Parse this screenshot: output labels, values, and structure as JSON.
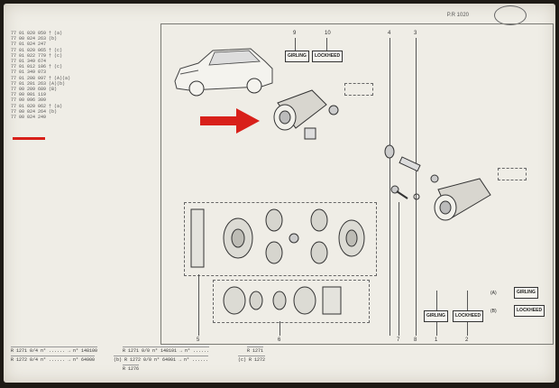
{
  "header": {
    "ref_number": "P.R 1020"
  },
  "left_list": [
    "77 01 020 059 † (a)",
    "77 00 024 263 (b)",
    "77 01 024 247",
    "77 01 020 065 † (c)",
    "77 01 022 779 † (c)",
    "77 01 349 674",
    "77 01 012 106 † (c)",
    "77 01 349 073",
    "77 01 208 097 † (A)(a)",
    "77 01 201 263 (A)(b)",
    "77 00 209 689 (B)",
    "77 00 001 119",
    "77 00 096 309",
    "77 01 020 062 † (a)",
    "77 00 024 264 (b)",
    "77 00 024 249"
  ],
  "callouts": {
    "top": [
      "9",
      "10",
      "4",
      "3"
    ],
    "bottom": [
      "5",
      "6",
      "7",
      "8",
      "1",
      "2"
    ]
  },
  "labels": {
    "girling_top": "GIRLING",
    "lockheed_top": "LOCKHEED",
    "girling_bottom": "GIRLING",
    "lockheed_bottom": "LOCKHEED",
    "legend_a": "(A)",
    "legend_b": "(B)",
    "legend_girling": "GIRLING",
    "legend_lockheed": "LOCKHEED"
  },
  "bottom_table": {
    "c1_r1": "R 1271 0/4  n° ...... → n° 148100",
    "c1_r2": "R 1272 0/4  n° ...... → n°  64900",
    "c2_r1": "R 1271 0/0  n° 148101 → n° ......",
    "c2_r2": "(b)  R 1272 0/0  n°  64901 → n° ......",
    "c2_r3": "R 1276",
    "c3_r1": "R 1271",
    "c3_r2": "(c)  R 1272"
  },
  "colors": {
    "accent_red": "#d8201a",
    "paper": "#efede6",
    "ink": "#333333"
  }
}
